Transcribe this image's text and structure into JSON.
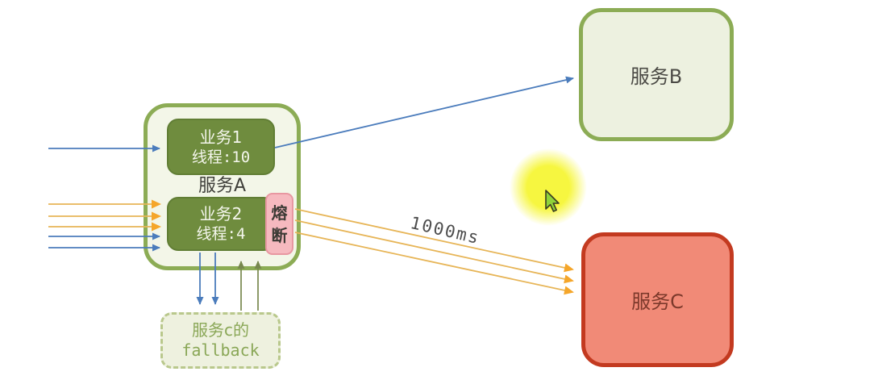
{
  "nodes": {
    "service_a": {
      "label": "服务A"
    },
    "task1": {
      "title": "业务1",
      "threads": "线程:10"
    },
    "task2": {
      "title": "业务2",
      "threads": "线程:4"
    },
    "circuit_breaker": {
      "char1": "熔",
      "char2": "断"
    },
    "service_b": {
      "label": "服务B"
    },
    "service_c": {
      "label": "服务C"
    },
    "fallback": {
      "line1": "服务c的",
      "line2": "fallback"
    }
  },
  "annotations": {
    "latency": "1000ms"
  },
  "colors": {
    "container_fill": "#f3f6e8",
    "container_border": "#8cac55",
    "biz_fill": "#6f8c3e",
    "biz_border": "#617e35",
    "biz_text": "#f4f6ec",
    "label_text": "#3f3f3a",
    "breaker_fill": "#f6b9bf",
    "breaker_border": "#e897a1",
    "breaker_text": "#3c3a35",
    "service_b_fill": "#edf1e0",
    "service_b_border": "#8cac55",
    "service_b_text": "#4b4a45",
    "service_c_fill": "#f18a77",
    "service_c_border": "#c33a20",
    "service_c_text": "#7c392b",
    "fallback_fill": "#eef1df",
    "fallback_border": "#b9c88c",
    "fallback_text": "#8aa757",
    "arrow_blue": "#4b7cbc",
    "arrow_orange": "#e7b557",
    "arrow_orange_head": "#f5a62a",
    "arrow_olive": "#77884d",
    "latency_text": "#4c4c4c",
    "highlight": "#f6f63a",
    "cursor_fill": "#8fd33a"
  }
}
